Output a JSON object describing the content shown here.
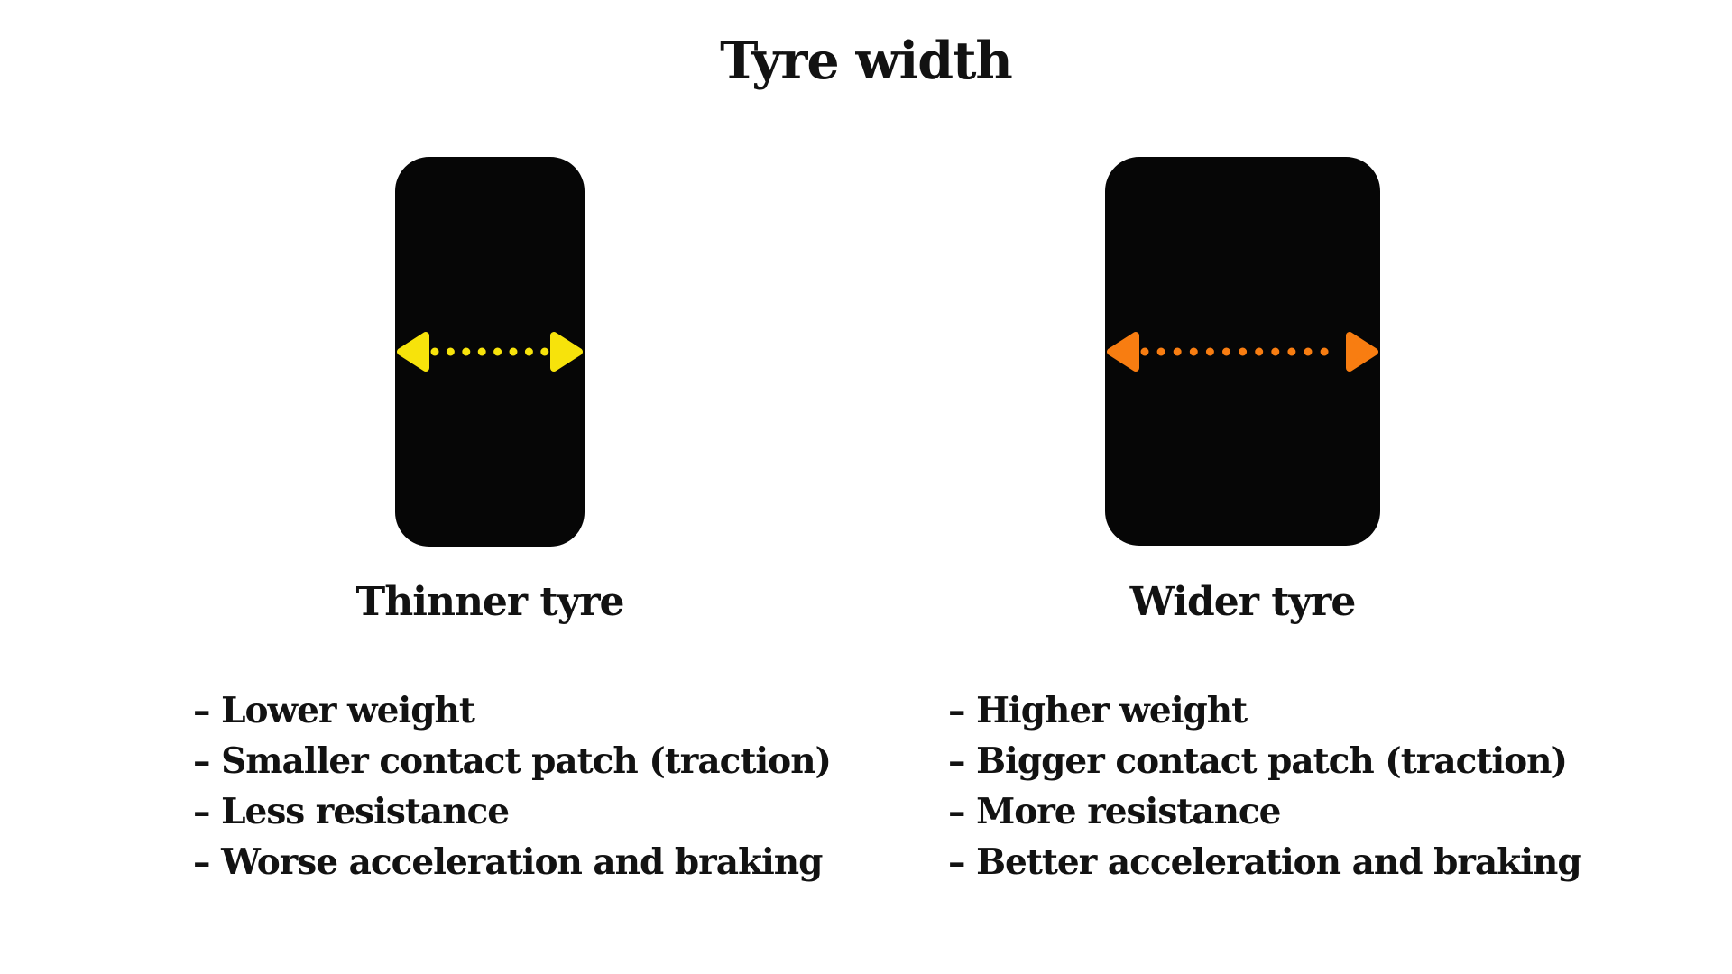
{
  "title": "Tyre width",
  "colors": {
    "background": "#ffffff",
    "tyre": "#060606",
    "text": "#121212",
    "thin_arrow": "#f7e30b",
    "wide_arrow": "#f87d11"
  },
  "thin_tyre": {
    "label": "Thinner tyre",
    "arrow_icon": "double-headed-width-arrow",
    "notes": [
      "– Lower weight",
      "– Smaller contact patch (traction)",
      "– Less resistance",
      "– Worse acceleration and braking"
    ]
  },
  "wide_tyre": {
    "label": "Wider tyre",
    "arrow_icon": "double-headed-width-arrow",
    "notes": [
      "– Higher weight",
      "– Bigger contact patch (traction)",
      "– More resistance",
      "– Better acceleration and braking"
    ]
  }
}
